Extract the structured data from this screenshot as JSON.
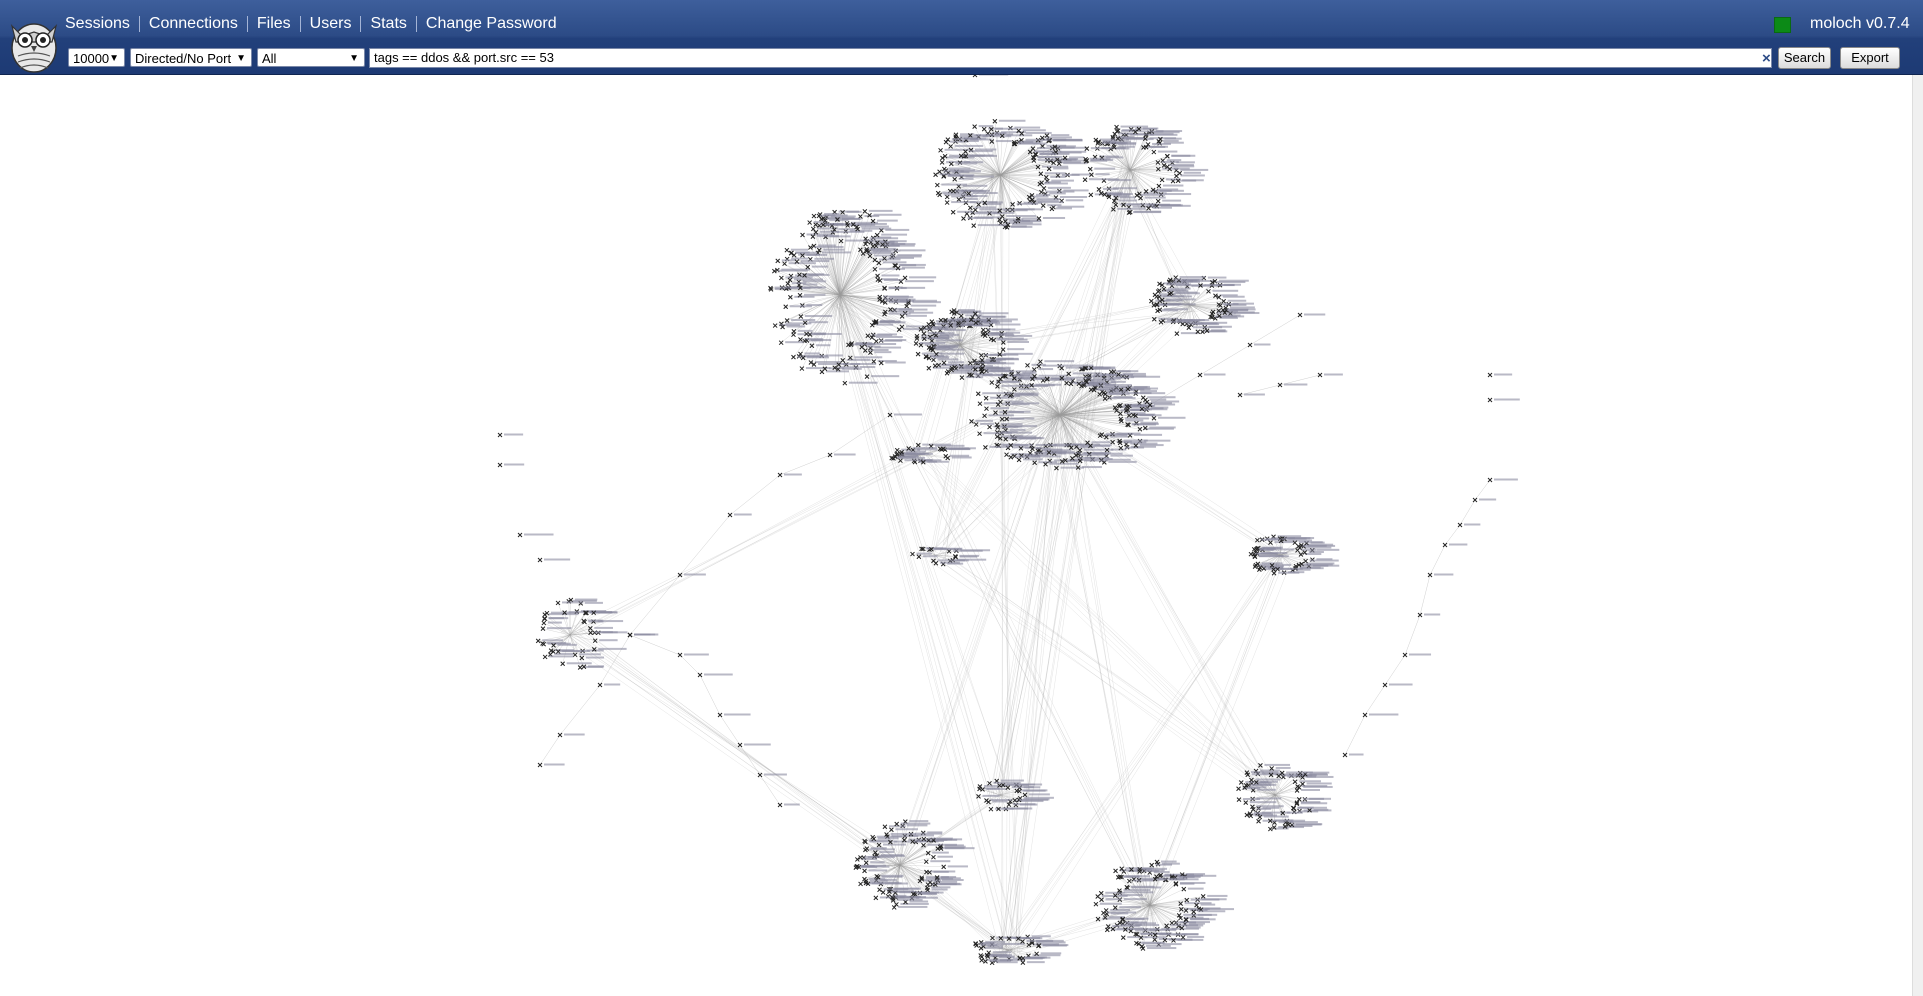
{
  "app": {
    "name": "moloch",
    "version": "moloch v0.7.4",
    "status_color": "#0c8a17"
  },
  "nav": [
    {
      "label": "Sessions"
    },
    {
      "label": "Connections"
    },
    {
      "label": "Files"
    },
    {
      "label": "Users"
    },
    {
      "label": "Stats"
    },
    {
      "label": "Change Password"
    }
  ],
  "toolbar": {
    "limit_value": "10000",
    "mode_value": "Directed/No Port",
    "filter_value": "All",
    "search_query": "tags == ddos && port.src == 53",
    "search_label": "Search",
    "export_label": "Export",
    "clear_icon": "close-icon"
  },
  "graph": {
    "type": "network",
    "node_icon": "node-marker-icon",
    "edge_color": "#9a9a9a",
    "node_color": "#222222",
    "label_color": "#555555"
  }
}
